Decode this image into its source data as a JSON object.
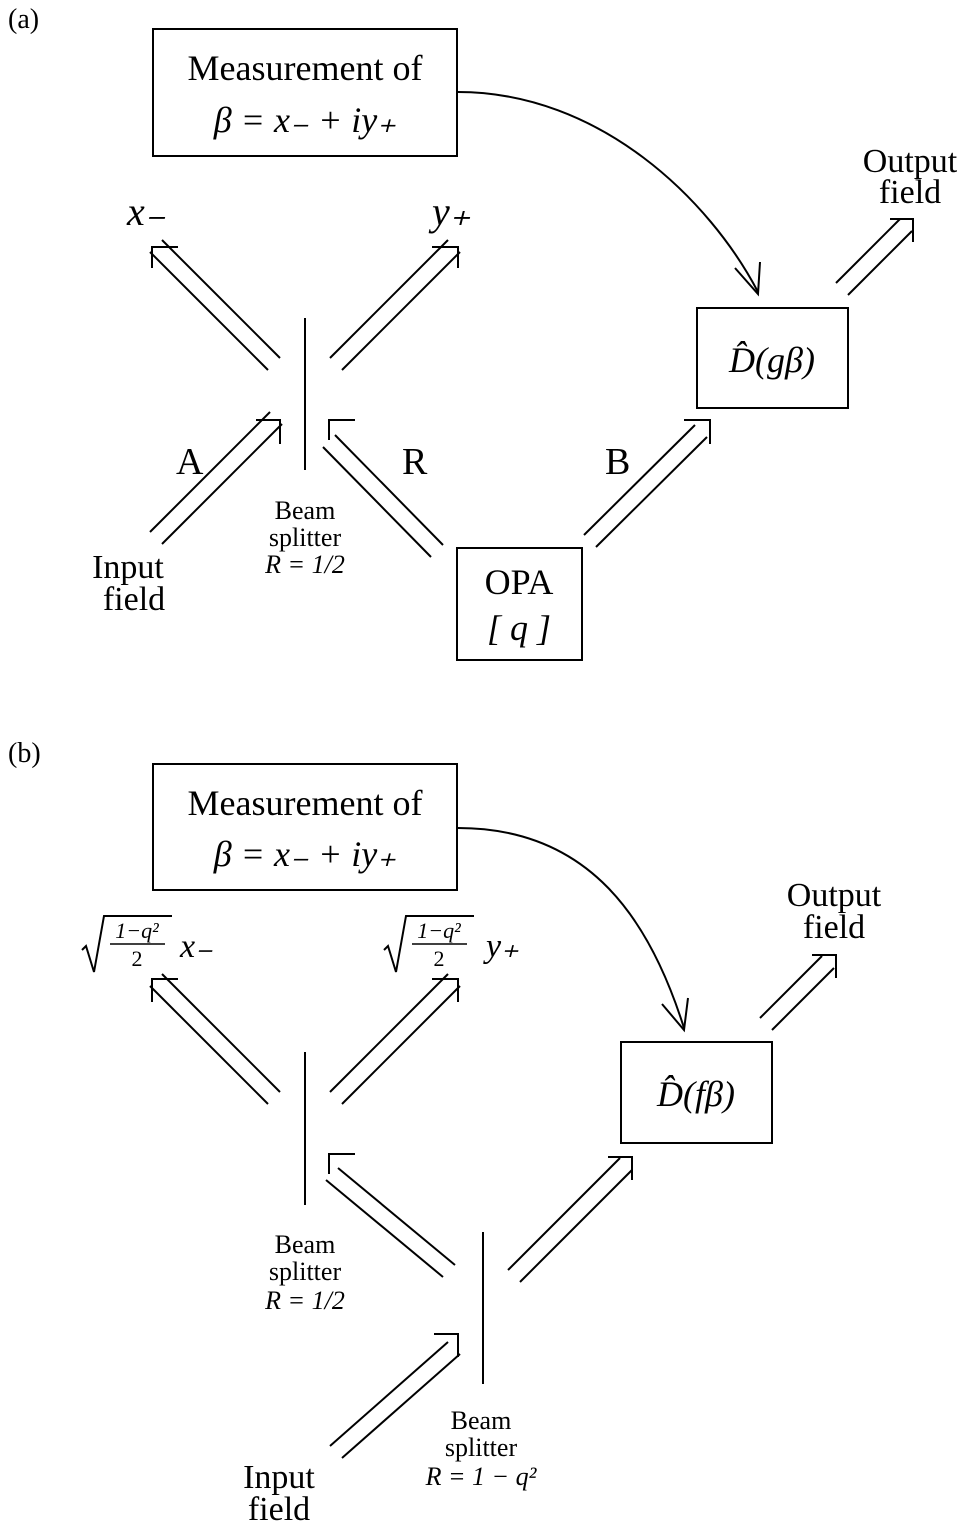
{
  "panel_a": {
    "label": "(a)",
    "measurement_line1": "Measurement of",
    "measurement_line2": "β = x₋ + iy₊",
    "x_minus": "x₋",
    "y_plus": "y₊",
    "output_line1": "Output",
    "output_line2": "field",
    "displacement": "D̂(gβ)",
    "beam_a": "A",
    "beam_r": "R",
    "beam_b": "B",
    "splitter_line1": "Beam",
    "splitter_line2": "splitter",
    "splitter_line3": "R = 1/2",
    "input_line1": "Input",
    "input_line2": "field",
    "opa_line1": "OPA",
    "opa_line2": "[ q ]"
  },
  "panel_b": {
    "label": "(b)",
    "measurement_line1": "Measurement of",
    "measurement_line2": "β = x₋ + iy₊",
    "left_fraction_num": "1−q²",
    "left_fraction_den": "2",
    "left_var": "x₋",
    "right_fraction_num": "1−q²",
    "right_fraction_den": "2",
    "right_var": "y₊",
    "output_line1": "Output",
    "output_line2": "field",
    "displacement": "D̂(fβ)",
    "splitter1_line1": "Beam",
    "splitter1_line2": "splitter",
    "splitter1_line3": "R = 1/2",
    "splitter2_line1": "Beam",
    "splitter2_line2": "splitter",
    "splitter2_line3": "R = 1 − q²",
    "input_line1": "Input",
    "input_line2": "field"
  }
}
